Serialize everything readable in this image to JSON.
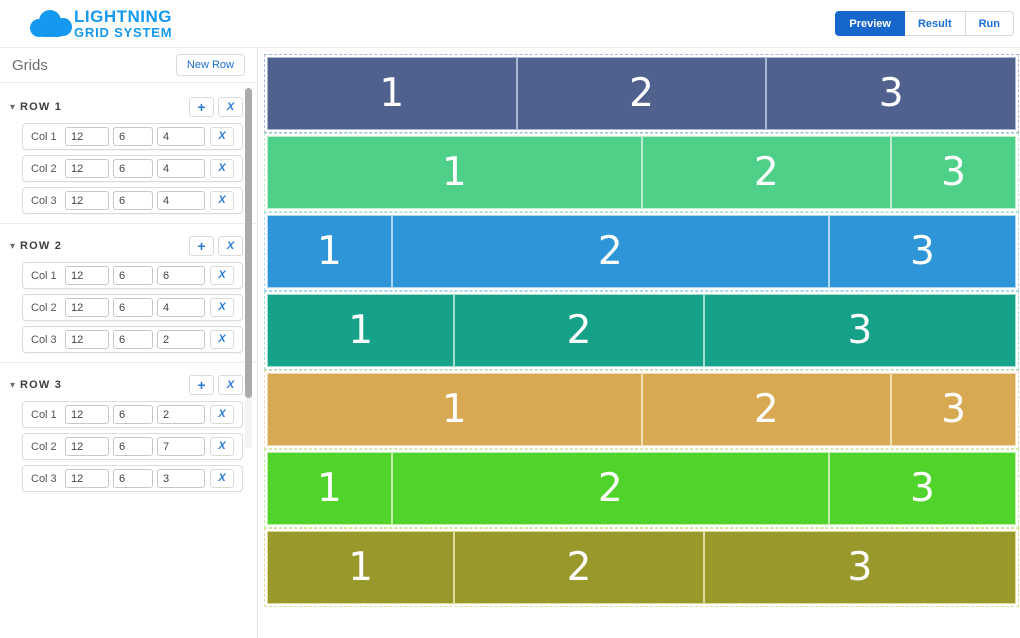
{
  "header": {
    "logo": {
      "icon": "cloud-icon",
      "line1": "LIGHTNING",
      "line2": "GRID SYSTEM",
      "color": "#1598f0"
    },
    "nav_buttons": [
      {
        "label": "Preview",
        "active": true
      },
      {
        "label": "Result",
        "active": false
      },
      {
        "label": "Run",
        "active": false
      }
    ]
  },
  "sidebar": {
    "title": "Grids",
    "new_row_label": "New Row",
    "caret_glyph": "▾",
    "add_glyph": "+",
    "delete_glyph": "X",
    "groups": [
      {
        "label": "ROW 1",
        "cols": [
          {
            "label": "Col 1",
            "values": [
              "12",
              "6",
              "4"
            ]
          },
          {
            "label": "Col 2",
            "values": [
              "12",
              "6",
              "4"
            ]
          },
          {
            "label": "Col 3",
            "values": [
              "12",
              "6",
              "4"
            ]
          }
        ]
      },
      {
        "label": "ROW 2",
        "cols": [
          {
            "label": "Col 1",
            "values": [
              "12",
              "6",
              "6"
            ]
          },
          {
            "label": "Col 2",
            "values": [
              "12",
              "6",
              "4"
            ]
          },
          {
            "label": "Col 3",
            "values": [
              "12",
              "6",
              "2"
            ]
          }
        ]
      },
      {
        "label": "ROW 3",
        "cols": [
          {
            "label": "Col 1",
            "values": [
              "12",
              "6",
              "2"
            ]
          },
          {
            "label": "Col 2",
            "values": [
              "12",
              "6",
              "7"
            ]
          },
          {
            "label": "Col 3",
            "values": [
              "12",
              "6",
              "3"
            ]
          }
        ]
      }
    ]
  },
  "preview": {
    "columns_per_row": 12,
    "rows": [
      {
        "name": "row-1",
        "color": "#50618d",
        "tint": "#aab7d3",
        "cells": [
          {
            "label": "1",
            "span": 4
          },
          {
            "label": "2",
            "span": 4
          },
          {
            "label": "3",
            "span": 4
          }
        ]
      },
      {
        "name": "row-2",
        "color": "#4fd088",
        "tint": "#bdeccf",
        "cells": [
          {
            "label": "1",
            "span": 6
          },
          {
            "label": "2",
            "span": 4
          },
          {
            "label": "3",
            "span": 2
          }
        ]
      },
      {
        "name": "row-3",
        "color": "#2e96d8",
        "tint": "#aed8f2",
        "cells": [
          {
            "label": "1",
            "span": 2
          },
          {
            "label": "2",
            "span": 7
          },
          {
            "label": "3",
            "span": 3
          }
        ]
      },
      {
        "name": "row-4",
        "color": "#16a288",
        "tint": "#a3dfcf",
        "cells": [
          {
            "label": "1",
            "span": 3
          },
          {
            "label": "2",
            "span": 4
          },
          {
            "label": "3",
            "span": 5
          }
        ]
      },
      {
        "name": "row-5",
        "color": "#d7a953",
        "tint": "#efdcb3",
        "cells": [
          {
            "label": "1",
            "span": 6
          },
          {
            "label": "2",
            "span": 4
          },
          {
            "label": "3",
            "span": 2
          }
        ]
      },
      {
        "name": "row-6",
        "color": "#50d32b",
        "tint": "#c0f0a6",
        "cells": [
          {
            "label": "1",
            "span": 2
          },
          {
            "label": "2",
            "span": 7
          },
          {
            "label": "3",
            "span": 3
          }
        ]
      },
      {
        "name": "row-7",
        "color": "#99992b",
        "tint": "#dedc9a",
        "cells": [
          {
            "label": "1",
            "span": 3
          },
          {
            "label": "2",
            "span": 4
          },
          {
            "label": "3",
            "span": 5
          }
        ]
      }
    ]
  },
  "colors": {
    "accent_blue": "#1a6fd4",
    "active_button_bg": "#1766cc"
  }
}
